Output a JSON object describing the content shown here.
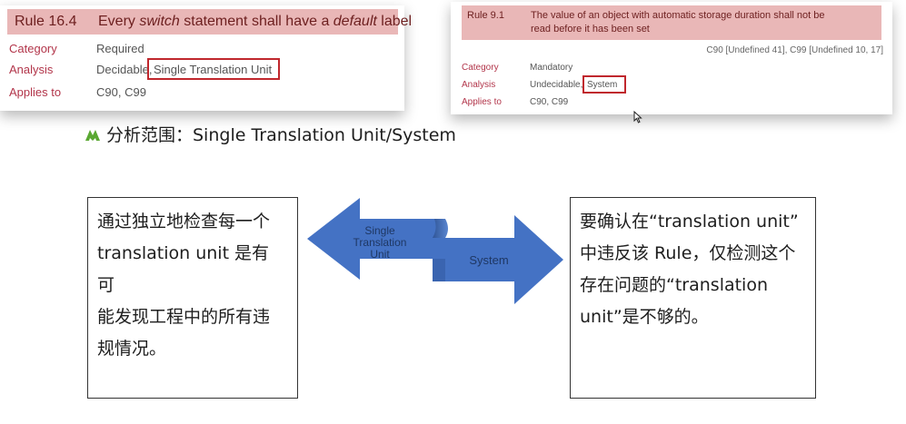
{
  "rule_left": {
    "rule_id": "Rule 16.4",
    "title_pre": "Every ",
    "title_em1": "switch",
    "title_mid": " statement shall have a ",
    "title_em2": "default",
    "title_post": " label",
    "rows": [
      {
        "label": "Category",
        "value": "Required"
      },
      {
        "label": "Analysis",
        "value": "Decidable,",
        "highlight": "Single Translation Unit"
      },
      {
        "label": "Applies to",
        "value": "C90, C99"
      }
    ]
  },
  "rule_right": {
    "rule_id": "Rule 9.1",
    "title_line1": "The value of an object with automatic storage duration shall not be",
    "title_line2": "read before it has been set",
    "amplification": "C90 [Undefined 41], C99 [Undefined 10, 17]",
    "rows": [
      {
        "label": "Category",
        "value": "Mandatory"
      },
      {
        "label": "Analysis",
        "value": "Undecidable,",
        "highlight": "System"
      },
      {
        "label": "Applies to",
        "value": "C90, C99"
      }
    ]
  },
  "subtitle": "分析范围：Single Translation Unit/System",
  "colors": {
    "accent_green": "#5aa832",
    "arrow_blue": "#4472c4",
    "rule_header_bg": "#e9b7b7",
    "highlight_red": "#c0272d"
  },
  "left_box": {
    "lines": [
      "通过独立地检查每一个",
      "translation unit 是有可",
      "能发现工程中的所有违",
      "规情况。"
    ]
  },
  "right_box": {
    "lines": [
      "要确认在“translation unit”",
      "中违反该 Rule，仅检测这个",
      "存在问题的“translation",
      "unit”是不够的。"
    ]
  },
  "arrows": {
    "left_label_lines": [
      "Single",
      "Translation",
      "Unit"
    ],
    "right_label": "System"
  }
}
